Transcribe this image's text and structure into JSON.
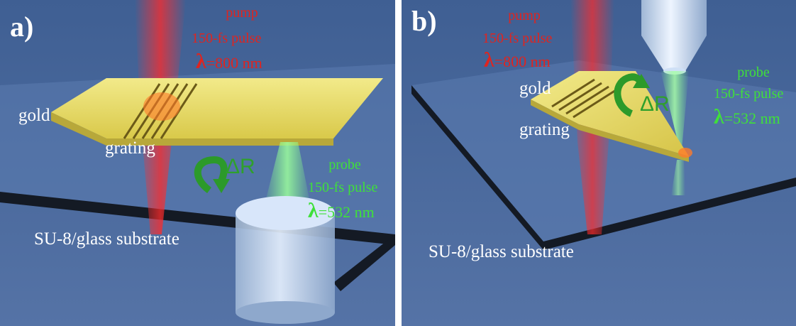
{
  "panel_a": {
    "label": "a)",
    "pump": {
      "title": "pump",
      "pulse": "150-fs pulse",
      "lambda_symbol": "λ",
      "wavelength": "=800 nm"
    },
    "probe": {
      "title": "probe",
      "pulse": "150-fs pulse",
      "lambda_symbol": "λ",
      "wavelength": "=532 nm"
    },
    "gold_label": "gold",
    "grating_label": "grating",
    "delta_r": "ΔR",
    "substrate_label": "SU-8/glass substrate"
  },
  "panel_b": {
    "label": "b)",
    "pump": {
      "title": "pump",
      "pulse": "150-fs pulse",
      "lambda_symbol": "λ",
      "wavelength": "=800 nm"
    },
    "probe": {
      "title": "probe",
      "pulse": "150-fs pulse",
      "lambda_symbol": "λ",
      "wavelength": "=532 nm"
    },
    "gold_label": "gold",
    "grating_label": "grating",
    "delta_r": "ΔR",
    "substrate_label": "SU-8/glass substrate"
  },
  "colors": {
    "background": "#4a6a9e",
    "pump_red": "#e0241f",
    "probe_green": "#3fe03a",
    "gold": "#e8dc6a",
    "substrate_edge": "#141a24"
  }
}
